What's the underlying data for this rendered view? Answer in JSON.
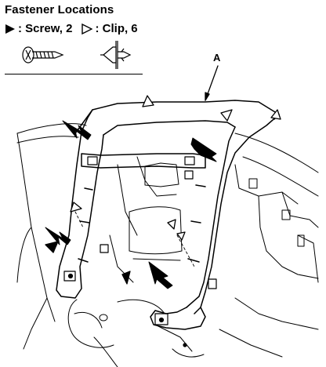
{
  "header": {
    "title": "Fastener Locations"
  },
  "legend": {
    "screw": {
      "symbol": "filled-triangle",
      "label": ": Screw, 2"
    },
    "clip": {
      "symbol": "outline-triangle",
      "label": ": Clip, 6"
    }
  },
  "diagram": {
    "callout_label": "A",
    "line_color": "#000000",
    "background_color": "#ffffff"
  }
}
